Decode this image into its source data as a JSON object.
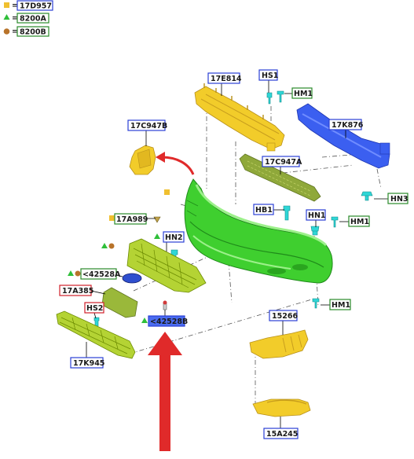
{
  "legend": [
    {
      "symbol": "square",
      "color": "#f0c030",
      "code": "17D957"
    },
    {
      "symbol": "triangle",
      "color": "#2fbf3a",
      "code": "8200A"
    },
    {
      "symbol": "circle",
      "color": "#b8732a",
      "code": "8200B"
    }
  ],
  "labels": {
    "17E814": "17E814",
    "HS1": "HS1",
    "HM1_top": "HM1",
    "17C947B": "17C947B",
    "17K876": "17K876",
    "17C947A": "17C947A",
    "HN3": "HN3",
    "17A989": "17A989",
    "HB1": "HB1",
    "HN1": "HN1",
    "HM1_mid": "HM1",
    "HN2": "HN2",
    "42528A": "<42528A",
    "17A385": "17A385",
    "HS2": "HS2",
    "HM1_low": "HM1",
    "42528B": "<42528B",
    "15266": "15266",
    "17K945": "17K945",
    "15A245": "15A245"
  },
  "colors": {
    "blue_frame": "#2b3fd6",
    "green_frame": "#2a8a2a",
    "red_frame": "#d0202a",
    "bumper": "#3fcf2f",
    "yellow_part": "#f2cc2a",
    "blue_part": "#3b5ff0",
    "grille": "#b4d334",
    "cyan_clip": "#2fd6d6",
    "arrow": "#e02a2a"
  }
}
